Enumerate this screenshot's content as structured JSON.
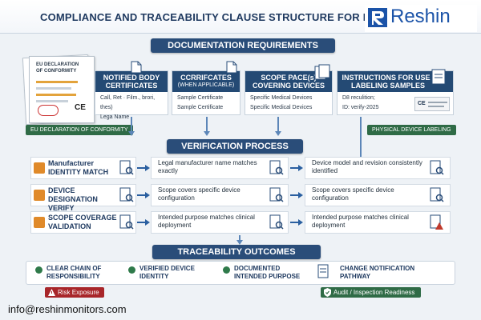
{
  "header": {
    "title": "COMPLIANCE AND TRACEABILITY CLAUSE STRUCTURE FOR MEDICA",
    "brand": "Reshin"
  },
  "doc_req": {
    "title": "DOCUMENTATION REQUIREMENTS"
  },
  "eu_doc": {
    "title": "EU DECLARATION OF CONFORMITY",
    "ce": "CE",
    "label": "EU DECLARATION OF CONFORMITY"
  },
  "cards": [
    {
      "title": "NOTIFIED BODY CERTIFICATES",
      "lines": [
        "Call, Ret · Film., brori, thes)",
        "Lega Name"
      ]
    },
    {
      "title": "CCRRIFCATES",
      "subtitle": "(WHEN APPLICABLE)",
      "lines": [
        "Sample Certificate",
        "Sample Certificate"
      ]
    },
    {
      "title": "SCOPE PACE(s) COVERING DEVICES",
      "lines": [
        "Specific Medical Devices",
        "Specific Medical Devices"
      ]
    },
    {
      "title": "INSTRUCTIONS FOR USE / LABELING SAMPLES",
      "lines": [
        "D8 reculition;",
        "ID: verify-2025"
      ],
      "label_ce": "CE"
    }
  ],
  "physical_label": "PHYSICAL DEVICE LABELING",
  "verification": {
    "title": "VERIFICATION PROCESS",
    "rows": [
      {
        "label": "Manufacturer IDENTITY MATCH",
        "mid": "Legal manufacturer name matches exactly",
        "right": "Device model and revision consistently identified"
      },
      {
        "label": "DEVICE DESIGNATION VERIFY",
        "mid": "Scope covers specific device configuration",
        "right": "Scope covers specific device configuration"
      },
      {
        "label": "SCOPE COVERAGE VALIDATION",
        "mid": "Intended purpose matches clinical deployment",
        "right": "Intended purpose matches clinical deployment"
      }
    ]
  },
  "traceability": {
    "title": "TRACEABILITY OUTCOMES",
    "items": [
      "CLEAR CHAIN OF RESPONSIBILITY",
      "VERIFIED DEVICE IDENTITY",
      "DOCUMENTED INTENDED PURPOSE",
      "CHANGE NOTIFICATION PATHWAY"
    ],
    "risk": "Risk Exposure",
    "audit": "Audit / Inspection Readiness"
  },
  "footer": {
    "email": "info@reshinmonitors.com"
  },
  "colors": {
    "navy": "#2a4d79",
    "green": "#2f6b46",
    "red": "#a8262a",
    "orange": "#e08a2a"
  }
}
